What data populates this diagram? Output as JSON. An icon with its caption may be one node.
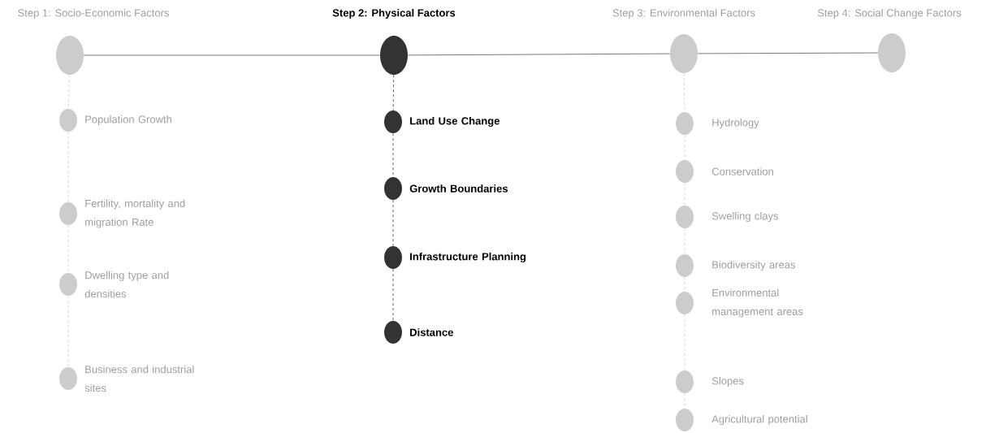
{
  "diagram": {
    "nodes": [
      {
        "text": [],
        "shape": "circle",
        "beside": [
          "Step 1: Socio-Economic Factors"
        ]
      },
      {
        "text": [],
        "shape": "circle",
        "beside": [
          "Step 2: Physical Factors"
        ]
      },
      {
        "text": [],
        "shape": "circle",
        "beside": [
          "Step 3: Environmental Factors"
        ]
      },
      {
        "text": [],
        "shape": "circle",
        "beside": [
          "Step 4: Social Change Factors"
        ]
      },
      {
        "text": [],
        "shape": "circle",
        "beside": [
          "Population Growth"
        ]
      },
      {
        "text": [],
        "shape": "circle",
        "beside": [
          "Fertility, mortality and migration Rate"
        ]
      },
      {
        "text": [],
        "shape": "circle",
        "beside": [
          "Dwelling type and densities"
        ]
      },
      {
        "text": [],
        "shape": "circle",
        "beside": [
          "Business and industrial sites"
        ]
      },
      {
        "text": [],
        "shape": "circle",
        "beside": [
          "Land Use Change"
        ]
      },
      {
        "text": [],
        "shape": "circle",
        "beside": [
          "Growth Boundaries"
        ]
      },
      {
        "text": [],
        "shape": "circle",
        "beside": [
          "Infrastructure Planning"
        ]
      },
      {
        "text": [],
        "shape": "circle",
        "beside": [
          "Distance"
        ]
      },
      {
        "text": [],
        "shape": "circle",
        "beside": [
          "Hydrology"
        ]
      },
      {
        "text": [],
        "shape": "circle",
        "beside": [
          "Conservation"
        ]
      },
      {
        "text": [],
        "shape": "circle",
        "beside": [
          "Swelling clays"
        ]
      },
      {
        "text": [],
        "shape": "circle",
        "beside": [
          "Biodiversity areas"
        ]
      },
      {
        "text": [],
        "shape": "circle",
        "beside": [
          "Environmental management areas"
        ]
      },
      {
        "text": [],
        "shape": "circle",
        "beside": [
          "Slopes"
        ]
      },
      {
        "text": [],
        "shape": "circle",
        "beside": [
          "Agricultural potential"
        ]
      }
    ],
    "edges": [
      {
        "from": 0,
        "to": 1,
        "arrow": "none",
        "color": "#555555"
      },
      {
        "from": 1,
        "to": 2,
        "arrow": "none",
        "color": "#555555"
      },
      {
        "from": 2,
        "to": 3,
        "arrow": "none",
        "color": "#555555"
      },
      {
        "from": 0,
        "to": 4,
        "arrow": "none",
        "style": "dashed"
      },
      {
        "from": 4,
        "to": 5,
        "arrow": "none",
        "style": "dashed"
      },
      {
        "from": 5,
        "to": 6,
        "arrow": "none",
        "style": "dashed"
      },
      {
        "from": 6,
        "to": 7,
        "arrow": "none",
        "style": "dashed"
      },
      {
        "from": 1,
        "to": 8,
        "arrow": "none",
        "style": "dashed",
        "color": "#333333"
      },
      {
        "from": 8,
        "to": 9,
        "arrow": "none",
        "style": "dashed",
        "color": "#333333"
      },
      {
        "from": 9,
        "to": 10,
        "arrow": "none",
        "style": "dashed",
        "color": "#333333"
      },
      {
        "from": 10,
        "to": 11,
        "arrow": "none",
        "style": "dashed",
        "color": "#333333"
      },
      {
        "from": 2,
        "to": 12,
        "arrow": "none",
        "style": "dashed"
      },
      {
        "from": 12,
        "to": 13,
        "arrow": "none",
        "style": "dashed"
      },
      {
        "from": 13,
        "to": 14,
        "arrow": "none",
        "style": "dashed"
      },
      {
        "from": 14,
        "to": 15,
        "arrow": "none",
        "style": "dashed"
      },
      {
        "from": 15,
        "to": 16,
        "arrow": "none",
        "style": "dashed"
      },
      {
        "from": 16,
        "to": 17,
        "arrow": "none",
        "style": "dashed"
      },
      {
        "from": 17,
        "to": 18,
        "arrow": "none",
        "style": "dashed"
      }
    ]
  }
}
